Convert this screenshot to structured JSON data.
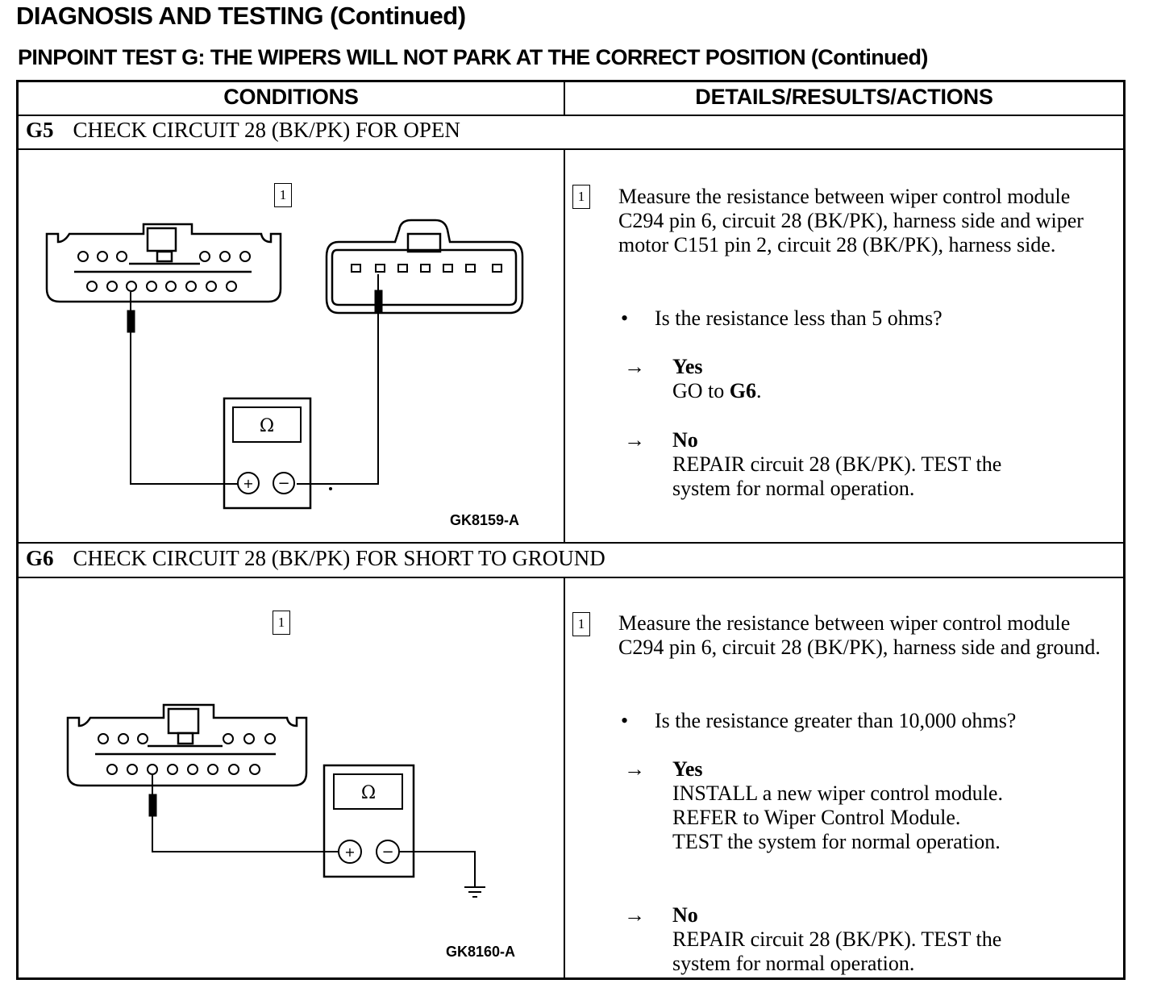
{
  "header": {
    "title": "DIAGNOSIS AND TESTING (Continued)",
    "test_title": "PINPOINT TEST G: THE WIPERS WILL NOT PARK AT THE CORRECT POSITION (Continued)"
  },
  "table": {
    "col_conditions": "CONDITIONS",
    "col_details": "DETAILS/RESULTS/ACTIONS"
  },
  "steps": [
    {
      "id": "G5",
      "title": "CHECK CIRCUIT 28 (BK/PK) FOR OPEN",
      "figure_callout": "1",
      "figure_code": "GK8159-A",
      "meter_symbol": "Ω",
      "action_number": "1",
      "action": "Measure the resistance between wiper control module C294 pin 6, circuit 28 (BK/PK), harness side and wiper motor C151 pin 2, circuit 28 (BK/PK), harness side.",
      "question": "Is the resistance less than 5 ohms?",
      "yes_label": "Yes",
      "yes_lines": [
        "GO to ",
        "G6",
        "."
      ],
      "no_label": "No",
      "no_lines": [
        "REPAIR circuit 28 (BK/PK). TEST the",
        "system for normal operation."
      ]
    },
    {
      "id": "G6",
      "title": "CHECK CIRCUIT 28 (BK/PK) FOR SHORT TO GROUND",
      "figure_callout": "1",
      "figure_code": "GK8160-A",
      "meter_symbol": "Ω",
      "action_number": "1",
      "action": "Measure the resistance between wiper control module C294 pin 6, circuit 28 (BK/PK), harness side and ground.",
      "question": "Is the resistance greater than 10,000 ohms?",
      "yes_label": "Yes",
      "yes_lines": [
        "INSTALL a new wiper control module.",
        "REFER to Wiper Control Module.",
        "TEST the system for normal operation."
      ],
      "no_label": "No",
      "no_lines": [
        "REPAIR circuit 28 (BK/PK). TEST the",
        "system for normal operation."
      ]
    }
  ],
  "icons": {
    "bullet": "•",
    "arrow": "→",
    "plus": "+",
    "minus": "−"
  }
}
